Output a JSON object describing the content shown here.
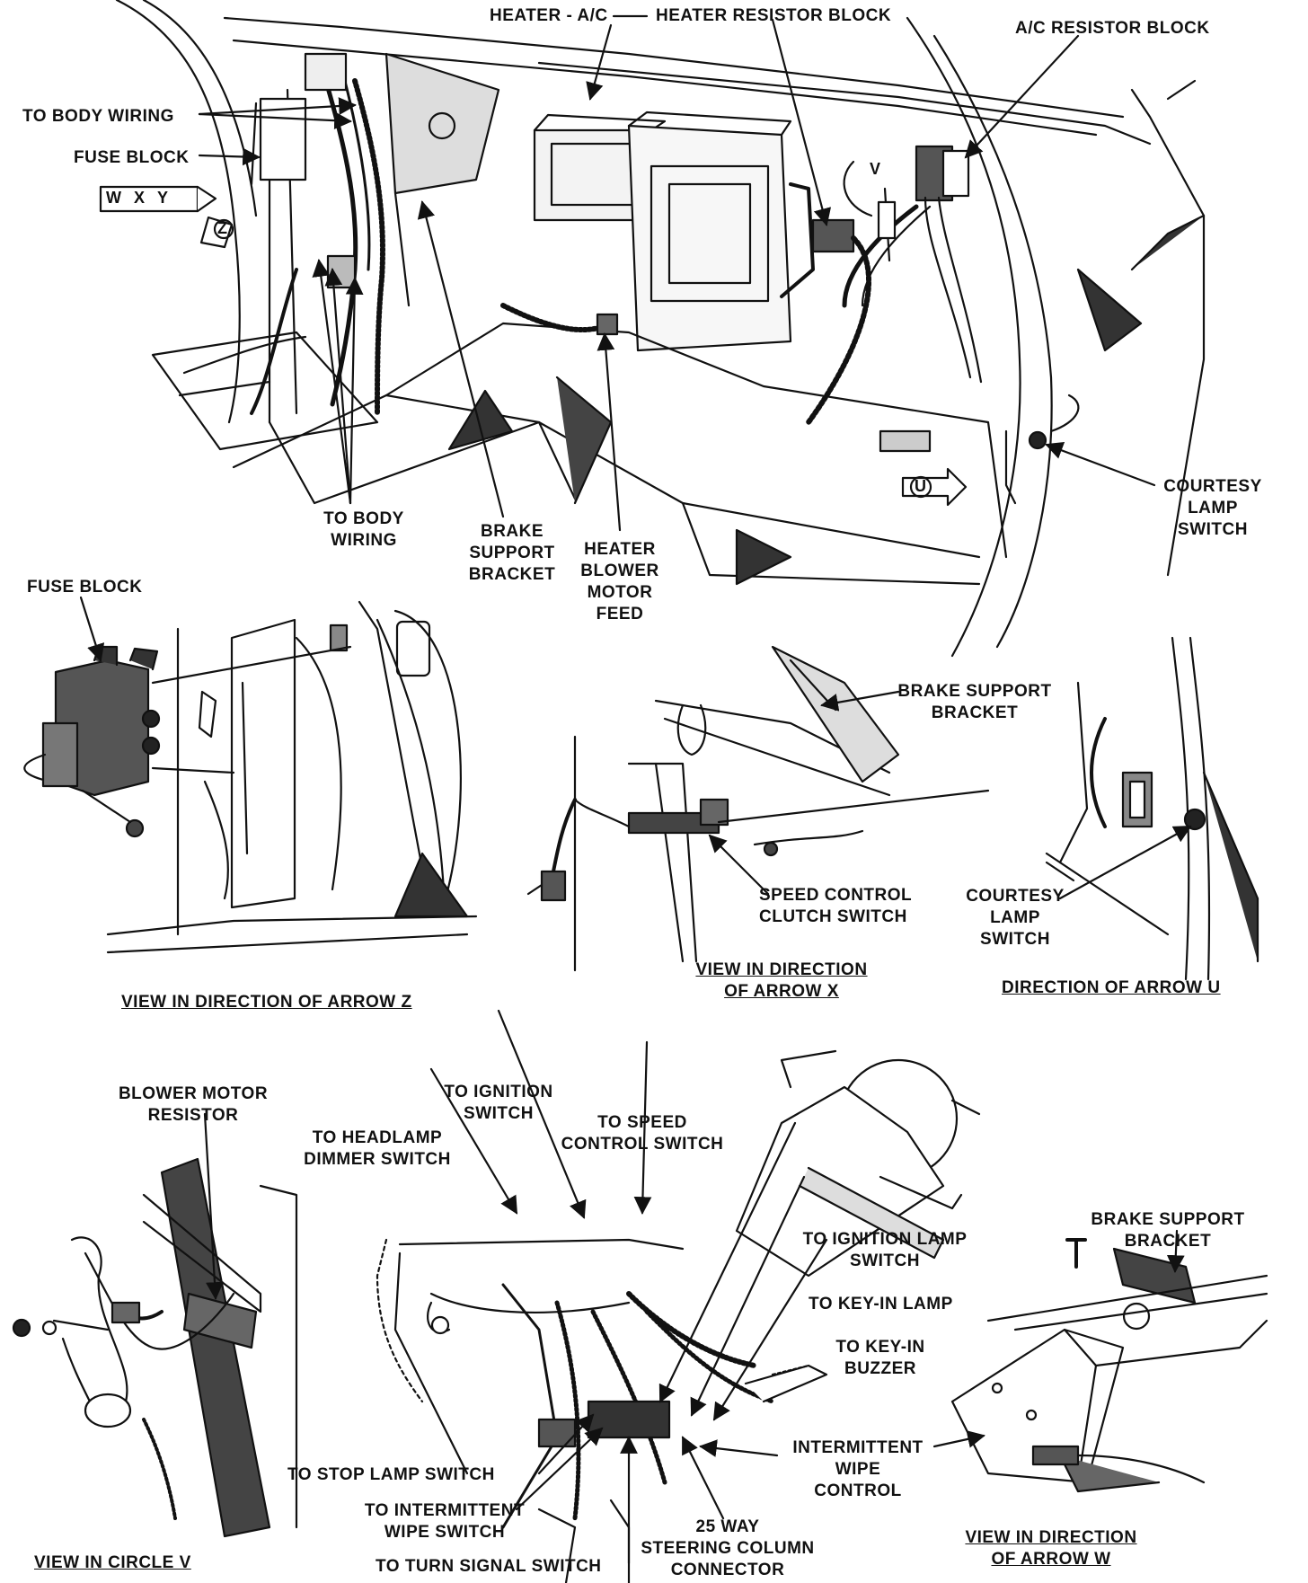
{
  "main": {
    "labels": {
      "heater_ac": "HEATER - A/C",
      "heater_resistor": "HEATER RESISTOR BLOCK",
      "ac_resistor": "A/C RESISTOR BLOCK",
      "to_body_wiring_top": "TO BODY WIRING",
      "fuse_block_top": "FUSE BLOCK",
      "to_body_wiring_bottom": [
        "TO BODY",
        "WIRING"
      ],
      "brake_support_main": [
        "BRAKE",
        "SUPPORT",
        "BRACKET"
      ],
      "blower_feed": [
        "HEATER",
        "BLOWER",
        "MOTOR",
        "FEED"
      ],
      "courtesy_main": [
        "COURTESY",
        "LAMP",
        "SWITCH"
      ],
      "arrow_u": "U",
      "arrow_z": "Z",
      "arrow_v": "V",
      "arrow_wxy": [
        "W",
        "X",
        "Y"
      ]
    }
  },
  "view_z": {
    "fuse_block": "FUSE BLOCK",
    "caption": "VIEW IN DIRECTION OF ARROW Z"
  },
  "view_x": {
    "brake_support": [
      "BRAKE SUPPORT",
      "BRACKET"
    ],
    "speed_clutch": [
      "SPEED CONTROL",
      "CLUTCH SWITCH"
    ],
    "caption": [
      "VIEW IN DIRECTION",
      "OF ARROW X"
    ]
  },
  "view_u": {
    "courtesy": [
      "COURTESY",
      "LAMP",
      "SWITCH"
    ],
    "caption": "DIRECTION OF ARROW U"
  },
  "view_v": {
    "blower_resistor": [
      "BLOWER MOTOR",
      "RESISTOR"
    ],
    "caption": "VIEW IN CIRCLE V"
  },
  "column": {
    "to_ignition_switch": [
      "TO IGNITION",
      "SWITCH"
    ],
    "to_headlamp": [
      "TO HEADLAMP",
      "DIMMER SWITCH"
    ],
    "to_speed_switch": [
      "TO SPEED",
      "CONTROL SWITCH"
    ],
    "to_ignition_lamp": [
      "TO IGNITION LAMP",
      "SWITCH"
    ],
    "to_key_in_lamp": "TO KEY-IN LAMP",
    "to_key_in_buzzer": [
      "TO KEY-IN",
      "BUZZER"
    ],
    "to_stop_lamp": "TO STOP LAMP SWITCH",
    "to_intermittent": [
      "TO INTERMITTENT",
      "WIPE SWITCH"
    ],
    "to_turn_signal": "TO TURN SIGNAL SWITCH",
    "connector": [
      "25 WAY",
      "STEERING COLUMN",
      "CONNECTOR"
    ]
  },
  "view_w": {
    "brake_support": [
      "BRAKE SUPPORT",
      "BRACKET"
    ],
    "intermittent_control": [
      "INTERMITTENT",
      "WIPE",
      "CONTROL"
    ],
    "caption": [
      "VIEW IN DIRECTION",
      "OF ARROW W"
    ]
  }
}
